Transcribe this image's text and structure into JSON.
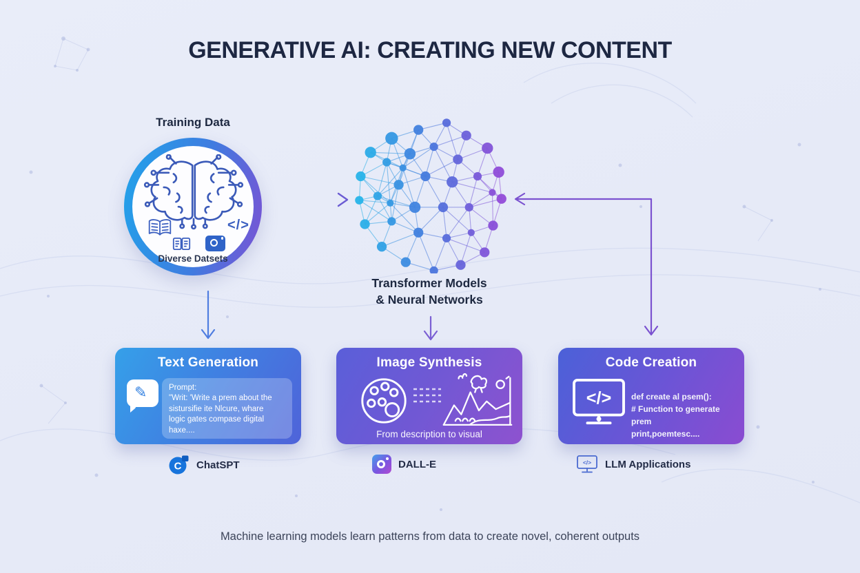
{
  "title": "GENERATIVE AI: CREATING NEW CONTENT",
  "footer": "Machine learning models learn patterns from data to create novel, coherent outputs",
  "training": {
    "label": "Training Data",
    "caption": "Diverse Datsets",
    "code_glyph": "</>"
  },
  "transformer": {
    "line1": "Transformer Models",
    "line2": "& Neural Networks"
  },
  "cards": {
    "text_generation": {
      "title": "Text Generation",
      "pencil_glyph": "✎",
      "prompt_lines": [
        "Prompt:",
        "\"Writ:  'Write a prem about the",
        "sistursifie ite Nlcure, whare",
        "logic gates compase digital",
        "haxe...."
      ]
    },
    "image_synthesis": {
      "title": "Image Synthesis",
      "caption": "From description to visual"
    },
    "code_creation": {
      "title": "Code Creation",
      "screen_glyph": "</>",
      "code_lines": [
        "def create al psem():",
        "# Function to generate prem",
        "print,poemtesc...."
      ]
    }
  },
  "logos": {
    "chatgpt": {
      "label": "ChatSPT",
      "letter": "C"
    },
    "dalle": {
      "label": "DALL-E"
    },
    "llm": {
      "label": "LLM Applications",
      "glyph": "</>"
    }
  },
  "colors": {
    "background": "#e8ecf8",
    "title_text": "#1d2742",
    "ring_gradient_start": "#21a3ea",
    "ring_gradient_end": "#7b52d4",
    "card_text_generation_start": "#35a0e9",
    "card_text_generation_end": "#4f63d9",
    "card_image_synthesis_start": "#5a5fd9",
    "card_image_synthesis_end": "#8e52cf",
    "card_code_creation_start": "#4b61d8",
    "card_code_creation_end": "#8a4cd1",
    "arrow_blue": "#4f7de0",
    "arrow_purple": "#7b55d2",
    "network_cyan": "#22bee9",
    "network_purple": "#9b47d6",
    "chatgpt_blue": "#1774dc",
    "icon_line_blue": "#3b5fc0"
  }
}
